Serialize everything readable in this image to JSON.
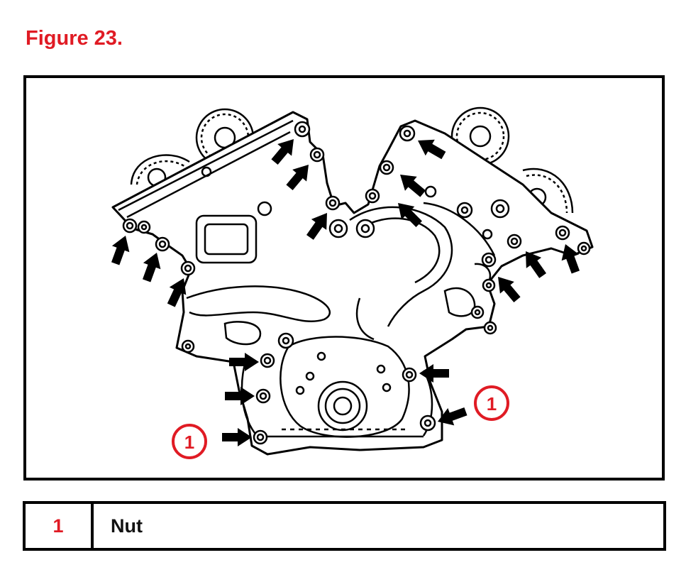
{
  "figure": {
    "title": "Figure 23."
  },
  "diagram": {
    "subject": "engine-timing-chain-cover",
    "callouts": [
      {
        "label": "1"
      },
      {
        "label": "1"
      }
    ],
    "colors": {
      "callout": "#e01b24",
      "line": "#000000"
    }
  },
  "legend": {
    "rows": [
      {
        "key": "1",
        "description": "Nut"
      }
    ]
  }
}
